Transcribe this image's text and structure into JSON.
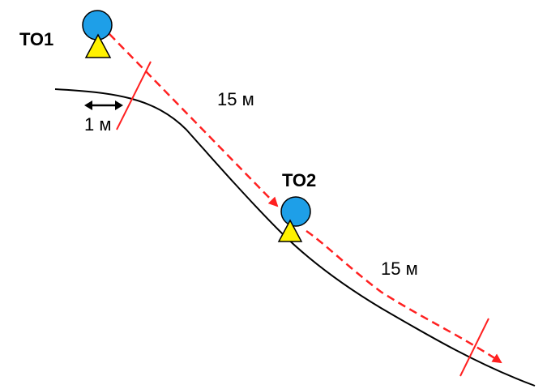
{
  "points": {
    "to1_label": "ТО1",
    "to2_label": "ТО2"
  },
  "distances": {
    "segment1_label": "15 м",
    "segment2_label": "15 м",
    "offset_label": "1 м"
  },
  "colors": {
    "marker_circle": "#1E9FE8",
    "marker_triangle": "#FFF200",
    "arrow_dashed": "#FF2020",
    "boundary_tick": "#FF2020",
    "terrain_line": "#000000"
  },
  "icons": {
    "marker": "circle-with-triangle",
    "offset": "double-arrow"
  }
}
